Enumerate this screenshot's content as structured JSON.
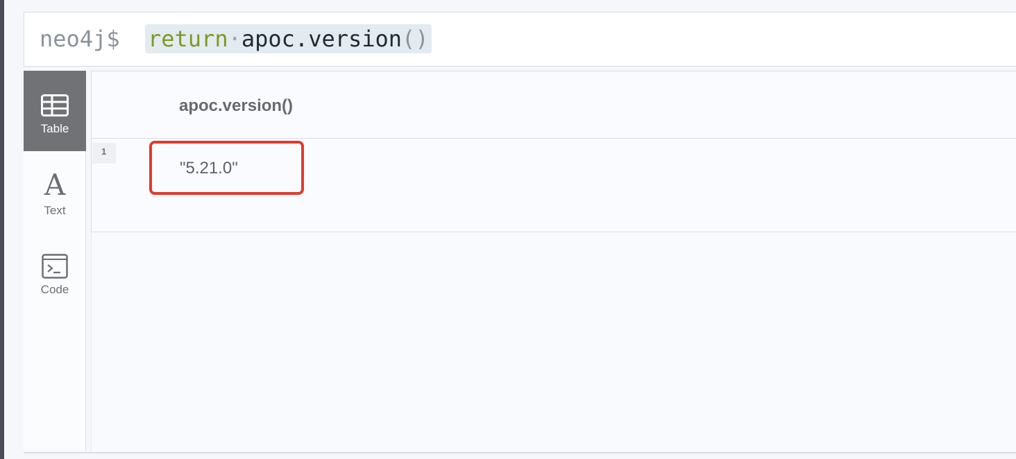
{
  "editor": {
    "prompt": "neo4j$",
    "query_keyword": "return",
    "query_function": "apoc.version",
    "query_parens": "()"
  },
  "sidebar": {
    "tabs": [
      {
        "label": "Table",
        "icon": "table-icon",
        "active": true
      },
      {
        "label": "Text",
        "icon": "text-icon",
        "active": false
      },
      {
        "label": "Code",
        "icon": "code-icon",
        "active": false
      }
    ]
  },
  "result": {
    "columns": [
      "apoc.version()"
    ],
    "rows": [
      {
        "index": "1",
        "values": [
          "\"5.21.0\""
        ]
      }
    ]
  },
  "colors": {
    "keyword": "#7d9a21",
    "active_tab": "#707276",
    "highlight_box": "#e23a2b"
  }
}
